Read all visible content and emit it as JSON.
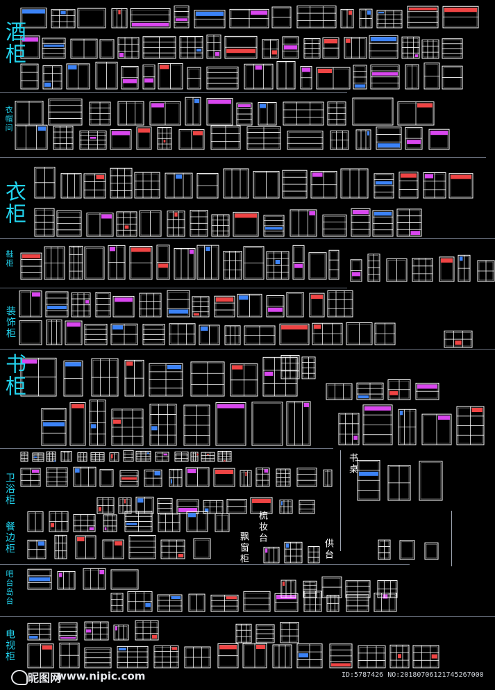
{
  "sections": [
    {
      "id": "wine",
      "label": "酒柜",
      "size": "big"
    },
    {
      "id": "cloakroom",
      "label": "衣帽间",
      "size": "small"
    },
    {
      "id": "wardrobe",
      "label": "衣柜",
      "size": "big"
    },
    {
      "id": "shoe",
      "label": "鞋柜",
      "size": "small"
    },
    {
      "id": "decor",
      "label": "装饰柜",
      "size": "mid"
    },
    {
      "id": "book",
      "label": "书柜",
      "size": "big"
    },
    {
      "id": "bath",
      "label": "卫浴柜",
      "size": "mid"
    },
    {
      "id": "side",
      "label": "餐边柜",
      "size": "mid"
    },
    {
      "id": "bar",
      "label": "吧台岛台",
      "size": "small"
    },
    {
      "id": "tv",
      "label": "电视柜",
      "size": "mid"
    }
  ],
  "side_labels": {
    "desk": "书桌",
    "dresser": "梳妆台",
    "bay": "飘窗柜",
    "altar": "供台"
  },
  "footer": {
    "logo": "昵图网",
    "url": "www.nipic.com",
    "stamp": "ID:5787426 NO:20180706121745267000"
  },
  "colors": {
    "label": "#22d3ee",
    "line": "#ffffff",
    "accent_red": "#ef4444",
    "accent_magenta": "#d946ef",
    "accent_blue": "#3b82f6"
  }
}
